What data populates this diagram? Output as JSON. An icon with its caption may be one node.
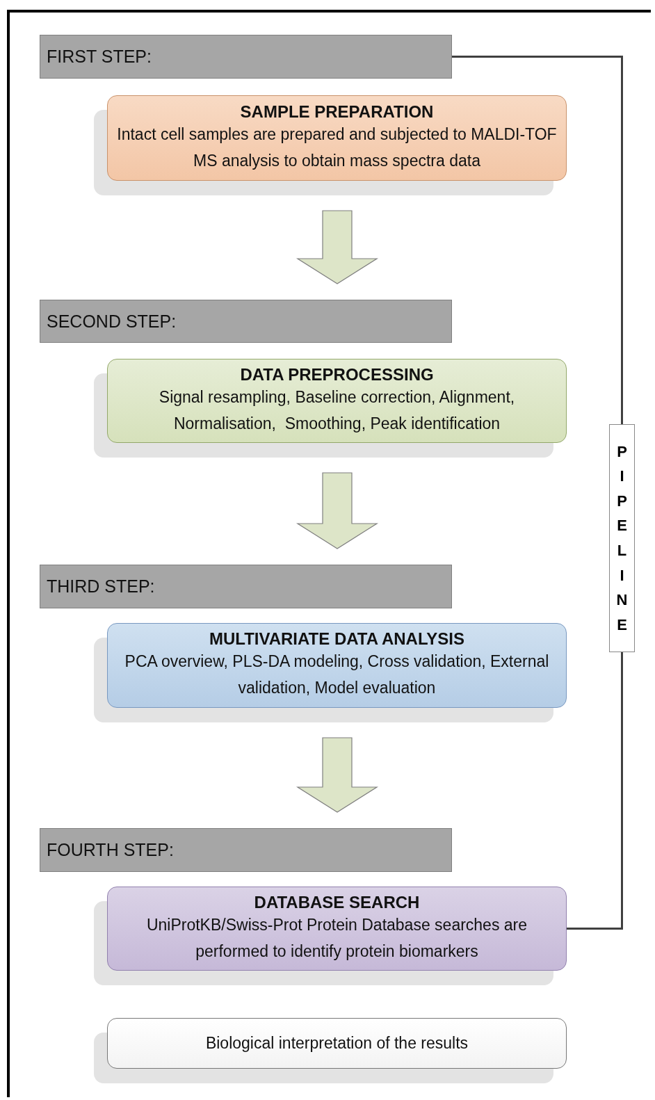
{
  "diagram": {
    "nodes": [
      {
        "text": [
          "FIRST STEP:"
        ]
      },
      {
        "text": [
          "SAMPLE PREPARATION",
          "Intact cell samples are prepared and subjected to MALDI-TOF MS analysis to obtain mass spectra data"
        ]
      },
      {
        "text": [
          "SECOND STEP:"
        ]
      },
      {
        "text": [
          "DATA PREPROCESSING",
          "Signal resampling, Baseline correction, Alignment, Normalisation,  Smoothing, Peak identification"
        ]
      },
      {
        "text": [
          "THIRD STEP:"
        ]
      },
      {
        "text": [
          "MULTIVARIATE DATA ANALYSIS",
          "PCA overview, PLS-DA modeling, Cross validation, External validation, Model evaluation"
        ]
      },
      {
        "text": [
          "FOURTH STEP:"
        ]
      },
      {
        "text": [
          "DATABASE SEARCH",
          "UniProtKB/Swiss-Prot Protein Database searches are performed to identify protein biomarkers"
        ]
      },
      {
        "text": [
          "Biological interpretation of the results"
        ]
      },
      {
        "text": [
          "PIPELINE"
        ]
      }
    ],
    "edges": [
      {
        "from": 1,
        "to": 2,
        "arrow": "to"
      },
      {
        "from": 3,
        "to": 4,
        "arrow": "to"
      },
      {
        "from": 5,
        "to": 6,
        "arrow": "to"
      },
      {
        "from": 0,
        "to": 9,
        "arrow": "none"
      },
      {
        "from": 7,
        "to": 9,
        "arrow": "none"
      }
    ]
  }
}
